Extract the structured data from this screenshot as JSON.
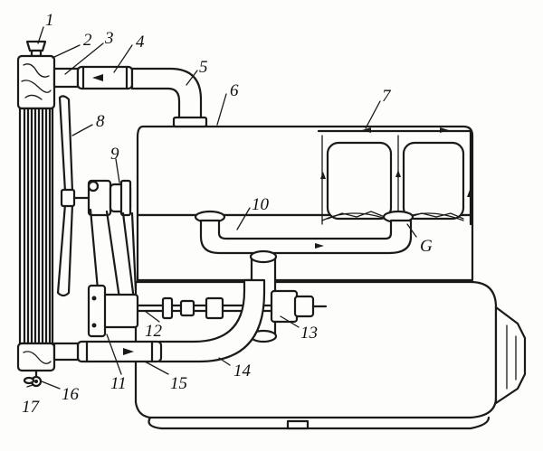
{
  "labels": [
    {
      "id": "l1",
      "text": "1"
    },
    {
      "id": "l2",
      "text": "2"
    },
    {
      "id": "l3",
      "text": "3"
    },
    {
      "id": "l4",
      "text": "4"
    },
    {
      "id": "l5",
      "text": "5"
    },
    {
      "id": "l6",
      "text": "6"
    },
    {
      "id": "l7",
      "text": "7"
    },
    {
      "id": "l8",
      "text": "8"
    },
    {
      "id": "l9",
      "text": "9"
    },
    {
      "id": "l10",
      "text": "10"
    },
    {
      "id": "lG",
      "text": "G"
    },
    {
      "id": "l11",
      "text": "11"
    },
    {
      "id": "l12",
      "text": "12"
    },
    {
      "id": "l13",
      "text": "13"
    },
    {
      "id": "l14",
      "text": "14"
    },
    {
      "id": "l15",
      "text": "15"
    },
    {
      "id": "l16",
      "text": "16"
    },
    {
      "id": "l17",
      "text": "17"
    }
  ]
}
